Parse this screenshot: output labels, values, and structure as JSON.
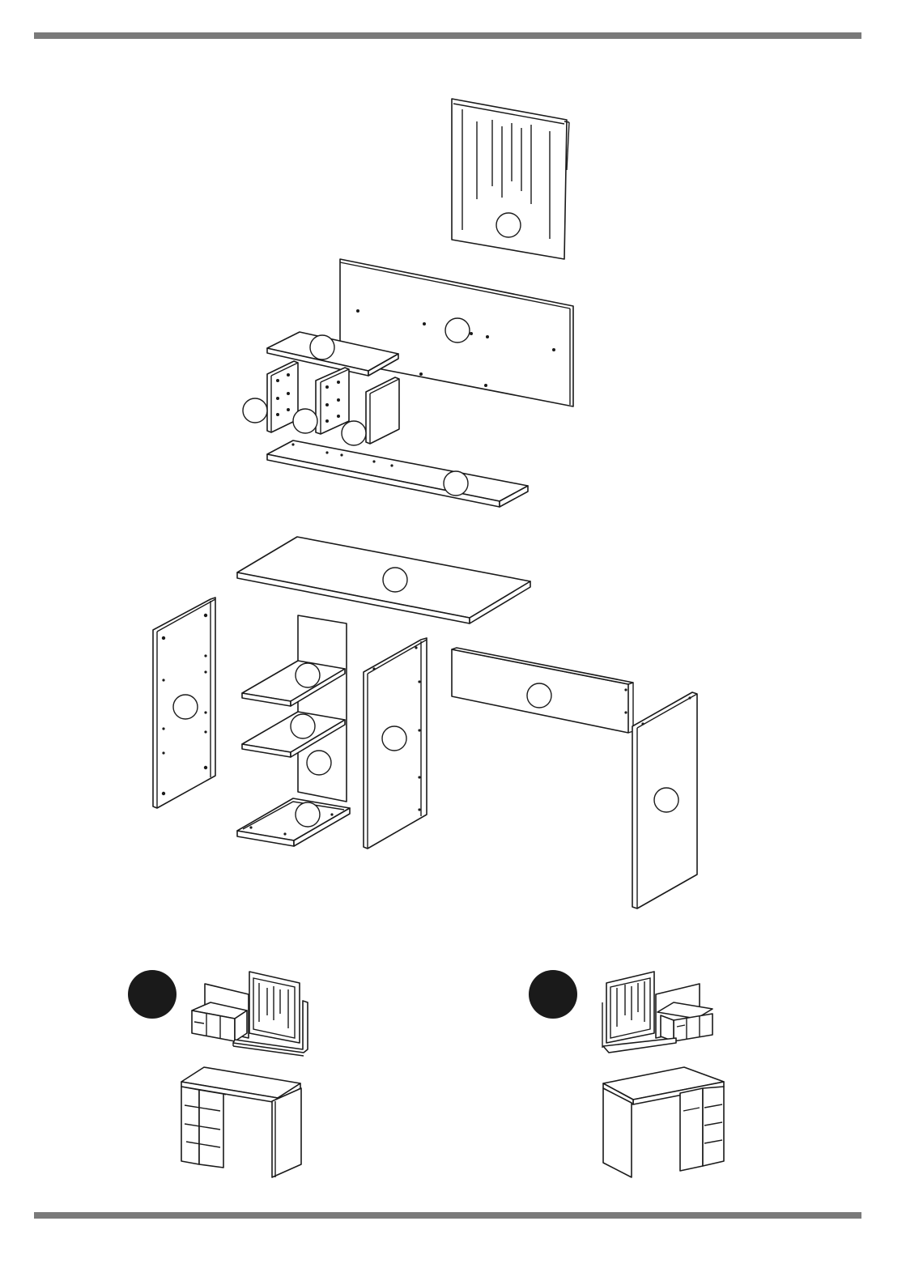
{
  "colors": {
    "rule": "#7a7a7a",
    "line": "#1a1a1a",
    "paper": "#ffffff",
    "badge": "#1a1a1a"
  },
  "parts": [
    {
      "id": "mirror-panel"
    },
    {
      "id": "back-panel-upper"
    },
    {
      "id": "small-shelf-top"
    },
    {
      "id": "small-divider-left"
    },
    {
      "id": "small-divider-middle"
    },
    {
      "id": "small-side-right"
    },
    {
      "id": "long-bottom-shelf"
    },
    {
      "id": "desk-top"
    },
    {
      "id": "side-panel-left"
    },
    {
      "id": "cabinet-back"
    },
    {
      "id": "cabinet-shelf-upper"
    },
    {
      "id": "cabinet-shelf-lower"
    },
    {
      "id": "cabinet-bottom"
    },
    {
      "id": "middle-divider"
    },
    {
      "id": "front-rail"
    },
    {
      "id": "side-panel-right"
    }
  ],
  "options": [
    {
      "id": "option-a",
      "icon": "filled-circle-icon"
    },
    {
      "id": "option-b",
      "icon": "filled-circle-icon"
    }
  ]
}
